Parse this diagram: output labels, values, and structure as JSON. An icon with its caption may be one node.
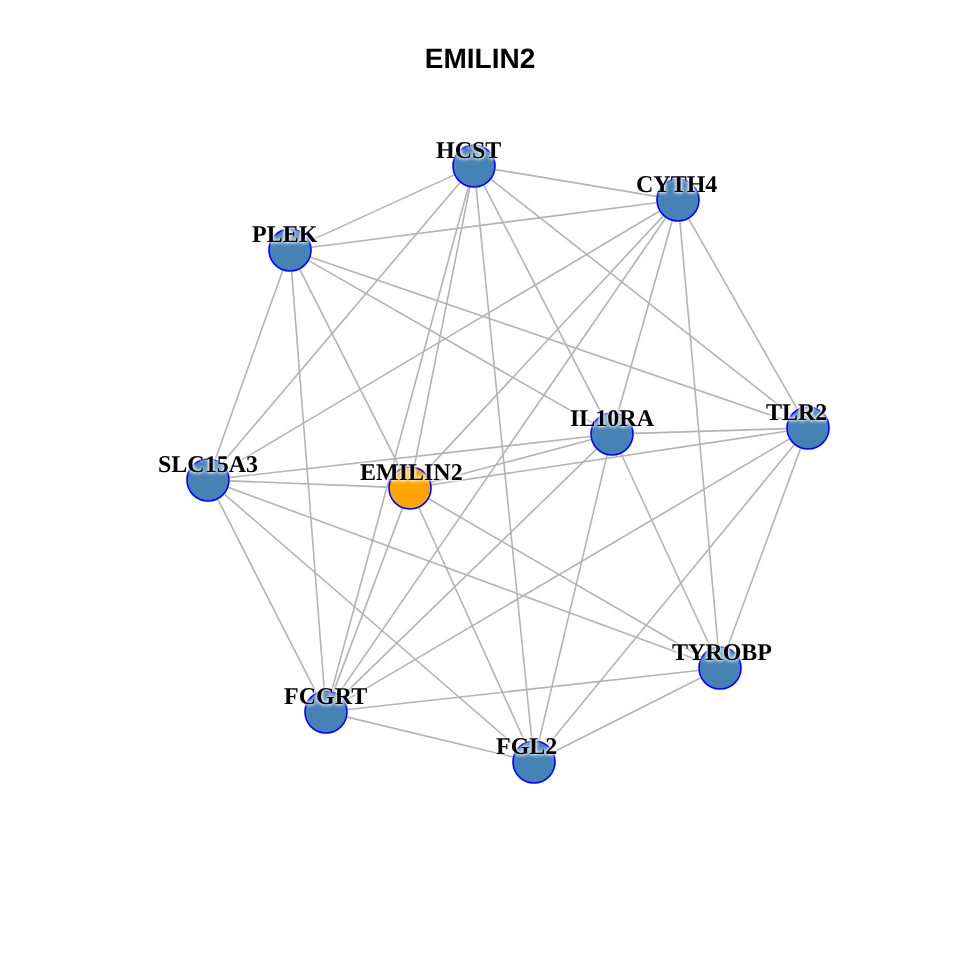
{
  "diagram": {
    "title": "EMILIN2",
    "nodes": [
      {
        "text": [
          "HCST"
        ]
      },
      {
        "text": [
          "CYTH4"
        ]
      },
      {
        "text": [
          "PLEK"
        ]
      },
      {
        "text": [
          "TLR2"
        ]
      },
      {
        "text": [
          "IL10RA"
        ]
      },
      {
        "text": [
          "SLC15A3"
        ]
      },
      {
        "text": [
          "EMILIN2"
        ]
      },
      {
        "text": [
          "TYROBP"
        ]
      },
      {
        "text": [
          "FCGRT"
        ]
      },
      {
        "text": [
          "FGL2"
        ]
      }
    ],
    "edges": [
      {
        "from": 0,
        "to": 1,
        "arrow": "none"
      },
      {
        "from": 0,
        "to": 2,
        "arrow": "none"
      },
      {
        "from": 0,
        "to": 3,
        "arrow": "none"
      },
      {
        "from": 0,
        "to": 4,
        "arrow": "none"
      },
      {
        "from": 0,
        "to": 5,
        "arrow": "none"
      },
      {
        "from": 0,
        "to": 6,
        "arrow": "none"
      },
      {
        "from": 0,
        "to": 8,
        "arrow": "none"
      },
      {
        "from": 0,
        "to": 9,
        "arrow": "none"
      },
      {
        "from": 1,
        "to": 2,
        "arrow": "none"
      },
      {
        "from": 1,
        "to": 3,
        "arrow": "none"
      },
      {
        "from": 1,
        "to": 4,
        "arrow": "none"
      },
      {
        "from": 1,
        "to": 5,
        "arrow": "none"
      },
      {
        "from": 1,
        "to": 6,
        "arrow": "none"
      },
      {
        "from": 1,
        "to": 7,
        "arrow": "none"
      },
      {
        "from": 1,
        "to": 8,
        "arrow": "none"
      },
      {
        "from": 2,
        "to": 3,
        "arrow": "none"
      },
      {
        "from": 2,
        "to": 4,
        "arrow": "none"
      },
      {
        "from": 2,
        "to": 5,
        "arrow": "none"
      },
      {
        "from": 2,
        "to": 6,
        "arrow": "none"
      },
      {
        "from": 2,
        "to": 8,
        "arrow": "none"
      },
      {
        "from": 3,
        "to": 4,
        "arrow": "none"
      },
      {
        "from": 3,
        "to": 6,
        "arrow": "none"
      },
      {
        "from": 3,
        "to": 7,
        "arrow": "none"
      },
      {
        "from": 3,
        "to": 8,
        "arrow": "none"
      },
      {
        "from": 3,
        "to": 9,
        "arrow": "none"
      },
      {
        "from": 4,
        "to": 5,
        "arrow": "none"
      },
      {
        "from": 4,
        "to": 6,
        "arrow": "none"
      },
      {
        "from": 4,
        "to": 7,
        "arrow": "none"
      },
      {
        "from": 4,
        "to": 8,
        "arrow": "none"
      },
      {
        "from": 4,
        "to": 9,
        "arrow": "none"
      },
      {
        "from": 5,
        "to": 6,
        "arrow": "none"
      },
      {
        "from": 5,
        "to": 7,
        "arrow": "none"
      },
      {
        "from": 5,
        "to": 8,
        "arrow": "none"
      },
      {
        "from": 5,
        "to": 9,
        "arrow": "none"
      },
      {
        "from": 6,
        "to": 7,
        "arrow": "none"
      },
      {
        "from": 6,
        "to": 8,
        "arrow": "none"
      },
      {
        "from": 6,
        "to": 9,
        "arrow": "none"
      },
      {
        "from": 7,
        "to": 8,
        "arrow": "none"
      },
      {
        "from": 7,
        "to": 9,
        "arrow": "none"
      },
      {
        "from": 8,
        "to": 9,
        "arrow": "none"
      }
    ]
  }
}
